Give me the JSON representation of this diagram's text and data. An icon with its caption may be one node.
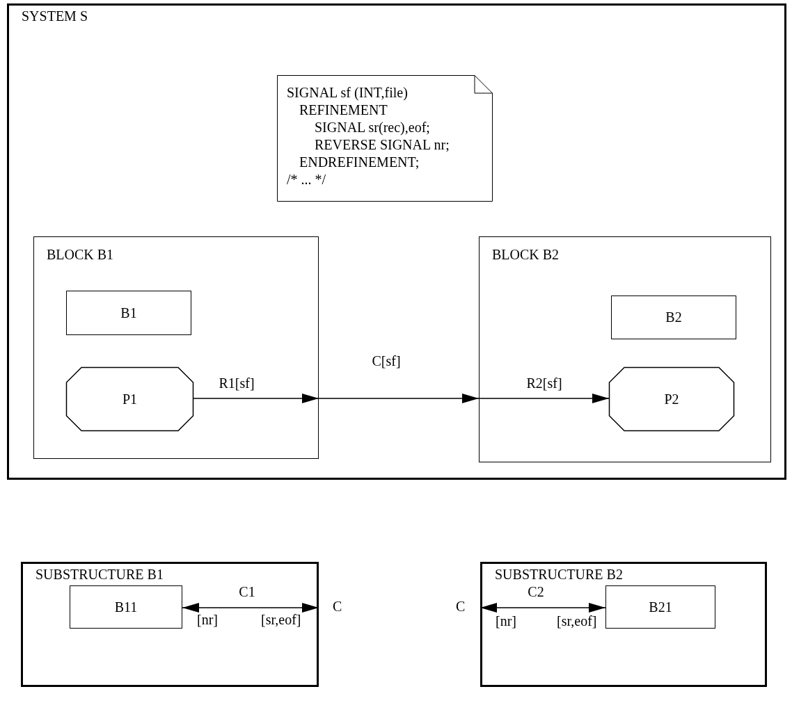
{
  "diagram": {
    "nodes": [
      {
        "text": [
          "SYSTEM S"
        ]
      },
      {
        "text": [
          "SIGNAL sf (INT,file)",
          "REFINEMENT",
          "SIGNAL sr(rec),eof;",
          "REVERSE SIGNAL nr;",
          "ENDREFINEMENT;",
          "/* ... */"
        ],
        "in": 0
      },
      {
        "text": [
          "BLOCK B1"
        ],
        "in": 0
      },
      {
        "text": [
          "B1"
        ],
        "in": 2
      },
      {
        "text": [
          "P1"
        ],
        "in": 2
      },
      {
        "text": [
          "BLOCK B2"
        ],
        "in": 0
      },
      {
        "text": [
          "B2"
        ],
        "in": 5
      },
      {
        "text": [
          "P2"
        ],
        "in": 5
      },
      {
        "text": [
          "SUBSTRUCTURE B1"
        ]
      },
      {
        "text": [
          "B11"
        ],
        "in": 8
      },
      {
        "text": [
          "SUBSTRUCTURE B2"
        ]
      },
      {
        "text": [
          "B21"
        ],
        "in": 10
      }
    ],
    "edges": [
      {
        "from": 4,
        "to": null,
        "arrow": "to",
        "label": "R1[sf]"
      },
      {
        "from": 2,
        "to": 5,
        "arrow": "to",
        "label": "C[sf]"
      },
      {
        "from": null,
        "to": 7,
        "arrow": "to",
        "label": "R2[sf]"
      },
      {
        "from": 9,
        "to": null,
        "arrow": "both",
        "label": "C1"
      },
      {
        "from": 11,
        "to": null,
        "arrow": "both",
        "label": "C2"
      }
    ],
    "labels": [
      "C",
      "[nr]",
      "[sr,eof]",
      "C",
      "[nr]",
      "[sr,eof]"
    ]
  }
}
